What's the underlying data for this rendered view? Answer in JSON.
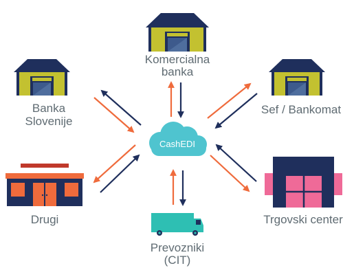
{
  "hub": {
    "label": "CashEDI"
  },
  "nodes": {
    "commercial_bank": {
      "line1": "Komercialna",
      "line2": "banka"
    },
    "central_bank": {
      "line1": "Banka",
      "line2": "Slovenije"
    },
    "safe_atm": {
      "line1": "Sef / Bankomat"
    },
    "other": {
      "line1": "Drugi"
    },
    "shopping_center": {
      "line1": "Trgovski center"
    },
    "carriers": {
      "line1": "Prevozniki",
      "line2": "(CIT)"
    }
  },
  "colors": {
    "navy": "#1f2f5c",
    "olive": "#c3c130",
    "orange": "#ef6b3c",
    "teal": "#2ebfb3",
    "cloud": "#4fc4cf",
    "pink": "#ef6a98",
    "label_gray": "#5f6b72"
  },
  "icons": {
    "bank": "bank-building-icon",
    "shop": "shop-icon",
    "mall": "shopping-center-icon",
    "truck": "delivery-truck-icon",
    "cloud": "cloud-icon"
  }
}
